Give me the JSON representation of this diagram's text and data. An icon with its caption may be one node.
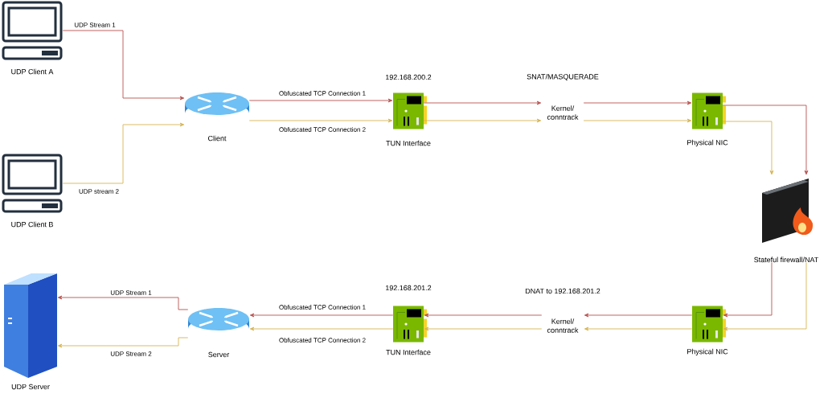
{
  "diagram": {
    "nodes": [
      {
        "text": [
          "UDP Client A"
        ]
      },
      {
        "text": [
          "UDP Client B"
        ]
      },
      {
        "text": [
          "Client"
        ]
      },
      {
        "text": [
          "192.168.200.2",
          "TUN Interface"
        ]
      },
      {
        "text": [
          "SNAT/MASQUERADE",
          "Kernel/ conntrack"
        ]
      },
      {
        "text": [
          "Physical NIC"
        ]
      },
      {
        "text": [
          "Stateful firewall/NAT"
        ]
      },
      {
        "text": [
          "Physical NIC"
        ]
      },
      {
        "text": [
          "DNAT to 192.168.201.2",
          "Kernel/ conntrack"
        ]
      },
      {
        "text": [
          "192.168.201.2",
          "TUN Interface"
        ]
      },
      {
        "text": [
          "Server"
        ]
      },
      {
        "text": [
          "UDP Server"
        ]
      }
    ],
    "edges": [
      {
        "from": 0,
        "to": 2,
        "arrow": "to",
        "label": "UDP Stream 1",
        "color": "#b85450"
      },
      {
        "from": 1,
        "to": 2,
        "arrow": "to",
        "label": "UDP stream 2",
        "color": "#d6b656"
      },
      {
        "from": 2,
        "to": 3,
        "arrow": "to",
        "label": "Obfuscated TCP Connection 1",
        "color": "#b85450"
      },
      {
        "from": 2,
        "to": 3,
        "arrow": "to",
        "label": "Obfuscated TCP Connection 2",
        "color": "#d6b656"
      },
      {
        "from": 3,
        "to": 4,
        "arrow": "to",
        "color": "#b85450"
      },
      {
        "from": 3,
        "to": 4,
        "arrow": "to",
        "color": "#d6b656"
      },
      {
        "from": 4,
        "to": 5,
        "arrow": "to",
        "color": "#b85450"
      },
      {
        "from": 4,
        "to": 5,
        "arrow": "to",
        "color": "#d6b656"
      },
      {
        "from": 5,
        "to": 6,
        "arrow": "to",
        "color": "#b85450"
      },
      {
        "from": 5,
        "to": 6,
        "arrow": "to",
        "color": "#d6b656"
      },
      {
        "from": 6,
        "to": 7,
        "arrow": "to",
        "color": "#b85450"
      },
      {
        "from": 6,
        "to": 7,
        "arrow": "to",
        "color": "#d6b656"
      },
      {
        "from": 7,
        "to": 8,
        "arrow": "to",
        "color": "#b85450"
      },
      {
        "from": 7,
        "to": 8,
        "arrow": "to",
        "color": "#d6b656"
      },
      {
        "from": 8,
        "to": 9,
        "arrow": "to",
        "color": "#b85450"
      },
      {
        "from": 8,
        "to": 9,
        "arrow": "to",
        "color": "#d6b656"
      },
      {
        "from": 9,
        "to": 10,
        "arrow": "to",
        "label": "Obfuscated TCP Connection 1",
        "color": "#b85450"
      },
      {
        "from": 9,
        "to": 10,
        "arrow": "to",
        "label": "Obfuscated TCP Connection 2",
        "color": "#d6b656"
      },
      {
        "from": 10,
        "to": 11,
        "arrow": "to",
        "label": "UDP Stream 1",
        "color": "#b85450"
      },
      {
        "from": 10,
        "to": 11,
        "arrow": "to",
        "label": "UDP Stream 2",
        "color": "#d6b656"
      }
    ]
  }
}
